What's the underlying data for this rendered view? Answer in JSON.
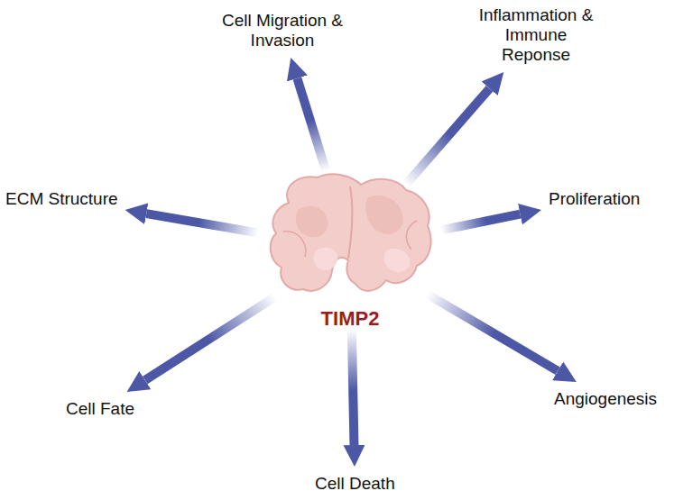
{
  "diagram": {
    "nodes": [
      {
        "text": [
          "Cell Migration & Invasion"
        ]
      },
      {
        "text": [
          "Inflammation & Immune Reponse"
        ]
      },
      {
        "text": [
          "ECM Structure"
        ]
      },
      {
        "text": [
          "Proliferation"
        ]
      },
      {
        "text": [
          "TIMP2"
        ]
      },
      {
        "text": [
          "Cell Fate"
        ]
      },
      {
        "text": [
          "Angiogenesis"
        ]
      },
      {
        "text": [
          "Cell Death"
        ]
      }
    ],
    "edges": [
      {
        "from": 4,
        "to": 0,
        "arrow": "to"
      },
      {
        "from": 4,
        "to": 1,
        "arrow": "to"
      },
      {
        "from": 4,
        "to": 2,
        "arrow": "to"
      },
      {
        "from": 4,
        "to": 3,
        "arrow": "to"
      },
      {
        "from": 4,
        "to": 5,
        "arrow": "to"
      },
      {
        "from": 4,
        "to": 6,
        "arrow": "to"
      },
      {
        "from": 4,
        "to": 7,
        "arrow": "to"
      }
    ]
  }
}
